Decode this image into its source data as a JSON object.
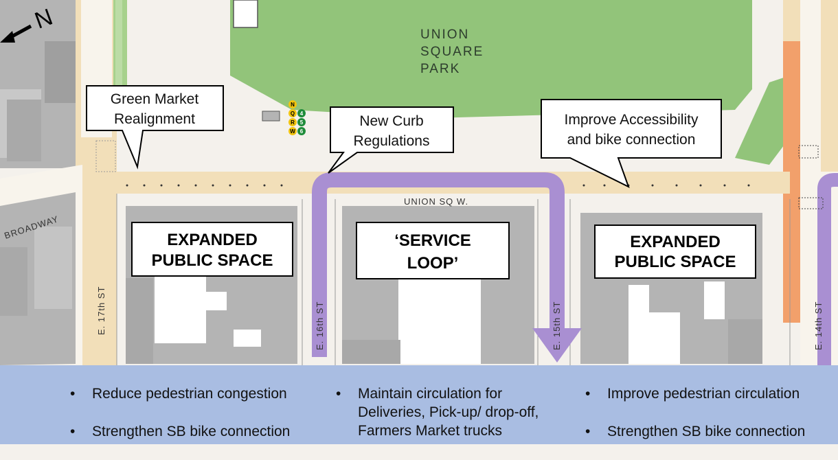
{
  "map": {
    "north_label": "N",
    "park_name": [
      "UNION",
      "SQUARE",
      "PARK"
    ],
    "subway_lines": [
      "N",
      "Q",
      "R",
      "W",
      "4",
      "5",
      "6"
    ],
    "streets": {
      "broadway": "BROADWAY",
      "union_sq_w": "UNION SQ W.",
      "e17": "E. 17th ST",
      "e16": "E. 16th ST",
      "e15": "E. 15th ST",
      "e14": "E. 14th ST"
    },
    "callouts": {
      "green_market": [
        "Green Market",
        "Realignment"
      ],
      "curb": [
        "New Curb",
        "Regulations"
      ],
      "access": [
        "Improve Accessibility",
        "and bike connection"
      ]
    },
    "blocks": {
      "left": [
        "EXPANDED",
        "PUBLIC SPACE"
      ],
      "center": [
        "‘SERVICE",
        "LOOP’"
      ],
      "right": [
        "EXPANDED",
        "PUBLIC SPACE"
      ]
    },
    "colors": {
      "park": "#92c47a",
      "loop": "#a98fd2",
      "sidewalk": "#f2dfb9",
      "building": "#b4b4b4",
      "panel": "#a9bde2"
    }
  },
  "bullets": {
    "left": [
      "Reduce pedestrian congestion",
      "Strengthen SB bike connection"
    ],
    "middle": [
      "Maintain circulation for",
      "Deliveries, Pick-up/ drop-off,",
      "Farmers Market trucks"
    ],
    "right": [
      "Improve pedestrian circulation",
      "Strengthen SB bike connection"
    ]
  }
}
